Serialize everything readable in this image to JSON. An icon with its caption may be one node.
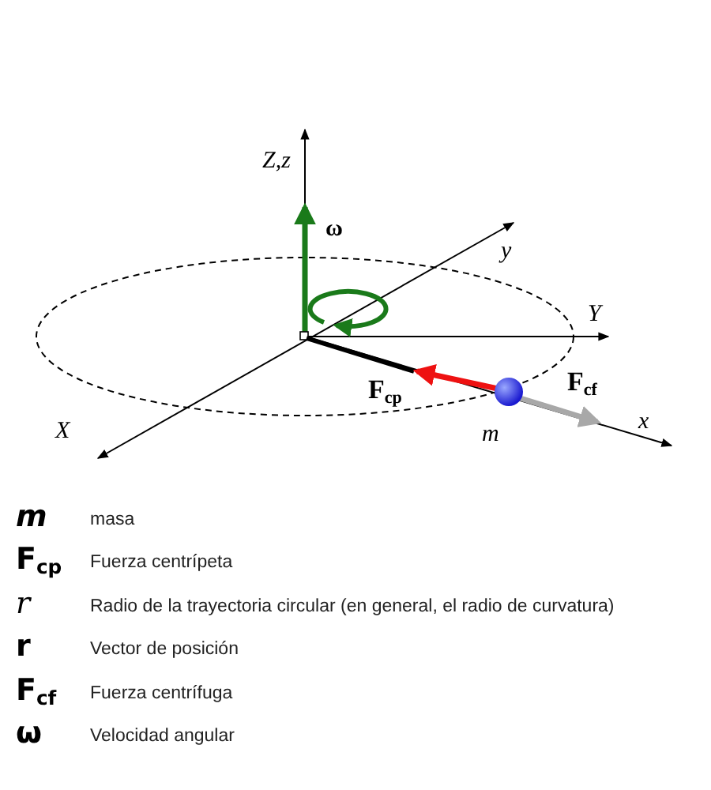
{
  "diagram": {
    "labels": [
      "Z,z",
      "ω",
      "y",
      "Y",
      "X",
      "F$_{cp}$",
      "F$_{cf}$",
      "m",
      "x",
      "m",
      "masa",
      "F$_{cp}$",
      "Fuerza centrípeta",
      "r",
      "Radio de la trayectoria circular (en general, el radio de curvatura)",
      "r",
      "Vector de posición",
      "F$_{cf}$",
      "Fuerza centrífuga",
      "ω",
      "Velocidad angular"
    ]
  }
}
